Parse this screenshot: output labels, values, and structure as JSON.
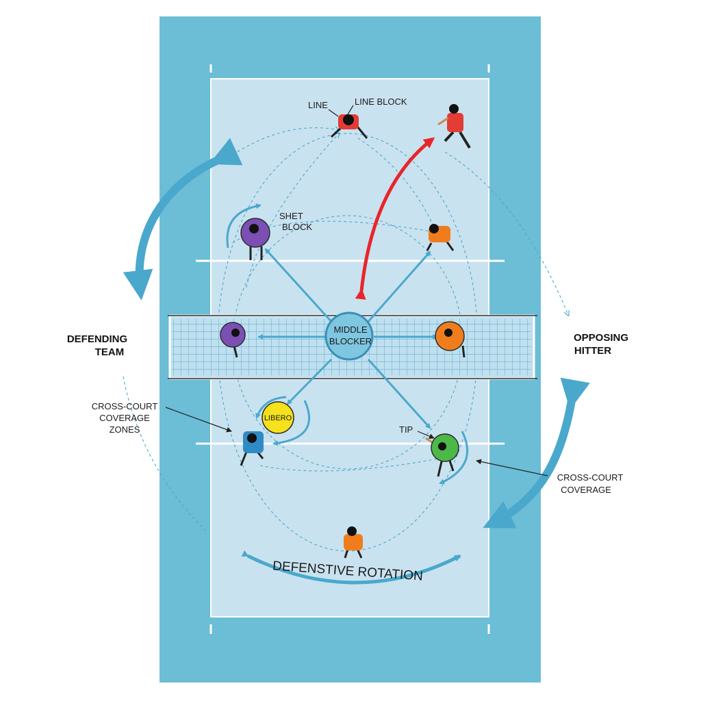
{
  "labels": {
    "line": "LINE",
    "line_block": "LINE BLOCK",
    "shet_block_1": "SHET",
    "shet_block_2": "BLOCK",
    "middle_blocker_1": "MIDDLE",
    "middle_blocker_2": "BLOCKER",
    "libero": "LIBERO",
    "tip": "TIP",
    "cross_court_zones_1": "CROSS-COURT",
    "cross_court_zones_2": "COVERAGE",
    "cross_court_zones_3": "ZONES",
    "cross_court_coverage_1": "CROSS-COURT",
    "cross_court_coverage_2": "COVERAGE",
    "defensive_rotation": "DEFENSTIVE ROTATION"
  },
  "sides": {
    "defending_1": "DEFENDING",
    "defending_2": "TEAM",
    "opposing_1": "OPPOSING",
    "opposing_2": "HITTER"
  },
  "colors": {
    "outer_court": "#6cbdd6",
    "inner_court": "#c9e2ef",
    "arrow_blue": "#4aa8cc",
    "attack_red": "#e8262b",
    "purple": "#7b4fb3",
    "orange": "#f07d1d",
    "yellow": "#f5e11c",
    "green": "#4cb848",
    "red_player": "#e33b35"
  },
  "players": [
    {
      "name": "line-blocker",
      "color": "red_player"
    },
    {
      "name": "opposing-hitter",
      "color": "red_player"
    },
    {
      "name": "left-blocker",
      "color": "purple"
    },
    {
      "name": "right-defender",
      "color": "orange"
    },
    {
      "name": "net-left-player",
      "color": "purple"
    },
    {
      "name": "net-right-player",
      "color": "orange"
    },
    {
      "name": "libero",
      "color": "yellow"
    },
    {
      "name": "left-back-defender",
      "color": "arrow_blue"
    },
    {
      "name": "tip-defender",
      "color": "green"
    },
    {
      "name": "back-row-defender",
      "color": "orange"
    }
  ]
}
